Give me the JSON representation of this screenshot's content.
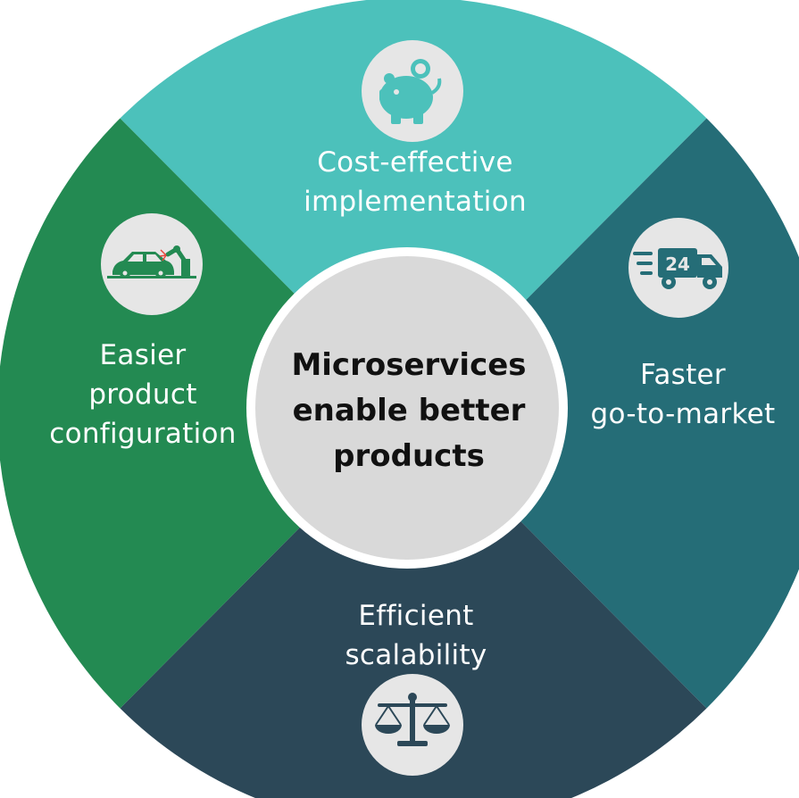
{
  "colors": {
    "top_segment": "#4cc1bb",
    "right_segment": "#256d77",
    "bottom_segment": "#2c4858",
    "left_segment": "#238a52",
    "center_ring": "#ffffff",
    "center_fill": "#d9d9d9",
    "icon_circle": "#e6e6e6"
  },
  "center": {
    "lines": [
      "Microservices",
      "enable better",
      "products"
    ]
  },
  "segments": {
    "top": {
      "icon": "piggy-bank-icon",
      "lines": [
        "Cost-effective",
        "implementation"
      ]
    },
    "right": {
      "icon": "delivery-truck-24-icon",
      "icon_text": "24",
      "lines": [
        "Faster",
        "go-to-market"
      ]
    },
    "bottom": {
      "icon": "balance-scale-icon",
      "lines": [
        "Efficient",
        "scalability"
      ]
    },
    "left": {
      "icon": "robot-arm-car-icon",
      "lines": [
        "Easier",
        "product",
        "configuration"
      ]
    }
  }
}
